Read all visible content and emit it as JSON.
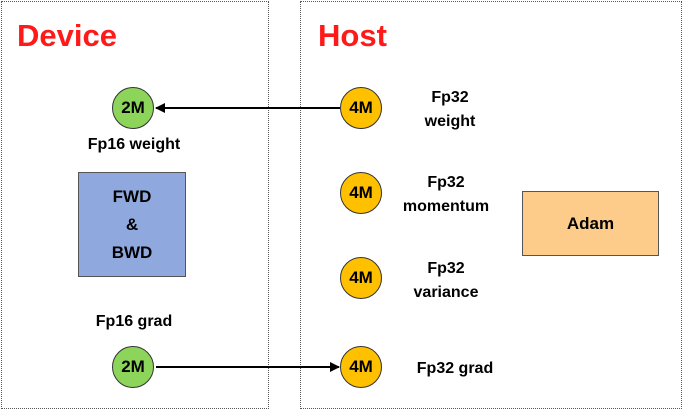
{
  "device": {
    "title": "Device",
    "weight": {
      "size": "2M",
      "label": "Fp16 weight"
    },
    "compute": {
      "line1": "FWD",
      "line2": "&",
      "line3": "BWD"
    },
    "grad": {
      "size": "2M",
      "label": "Fp16 grad"
    }
  },
  "host": {
    "title": "Host",
    "weight": {
      "size": "4M",
      "line1": "Fp32",
      "line2": "weight"
    },
    "momentum": {
      "size": "4M",
      "line1": "Fp32",
      "line2": "momentum"
    },
    "variance": {
      "size": "4M",
      "line1": "Fp32",
      "line2": "variance"
    },
    "grad": {
      "size": "4M",
      "label": "Fp32 grad"
    },
    "optimizer": "Adam"
  },
  "colors": {
    "title": "#ff1a1a",
    "device_circle": "#8cd55a",
    "host_circle": "#ffc000",
    "compute_box": "#8fa9df",
    "optimizer_box": "#fdcc8a"
  }
}
